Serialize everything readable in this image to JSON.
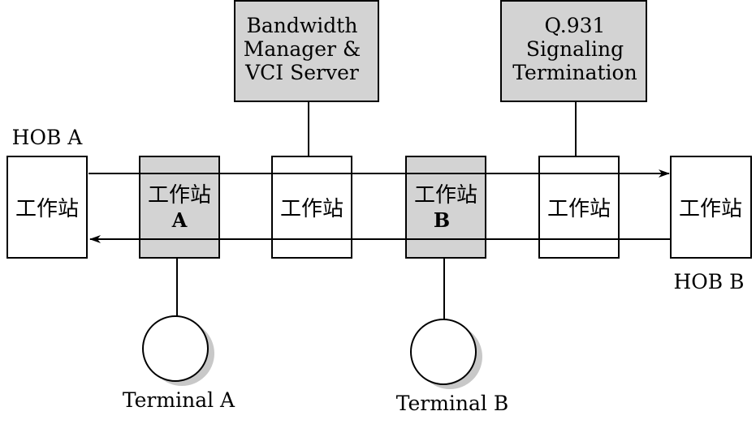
{
  "hob_a": {
    "label": "HOB A",
    "node_label": "工作站"
  },
  "hob_b": {
    "label": "HOB B",
    "node_label": "工作站"
  },
  "workstation_a": {
    "label": "工作站",
    "sublabel": "A"
  },
  "workstation_b": {
    "label": "工作站",
    "sublabel": "B"
  },
  "relay_bandwidth": {
    "label": "工作站"
  },
  "relay_signaling": {
    "label": "工作站"
  },
  "bandwidth_manager": {
    "lines": [
      "Bandwidth",
      "Manager &",
      "VCI Server"
    ]
  },
  "q931": {
    "lines": [
      "Q.931",
      "Signaling",
      "Termination"
    ]
  },
  "terminal_a": {
    "label": "Terminal A"
  },
  "terminal_b": {
    "label": "Terminal B"
  },
  "colors": {
    "shaded_box": "#d3d3d3",
    "shadow": "#c8c8c8",
    "line": "#000000"
  }
}
